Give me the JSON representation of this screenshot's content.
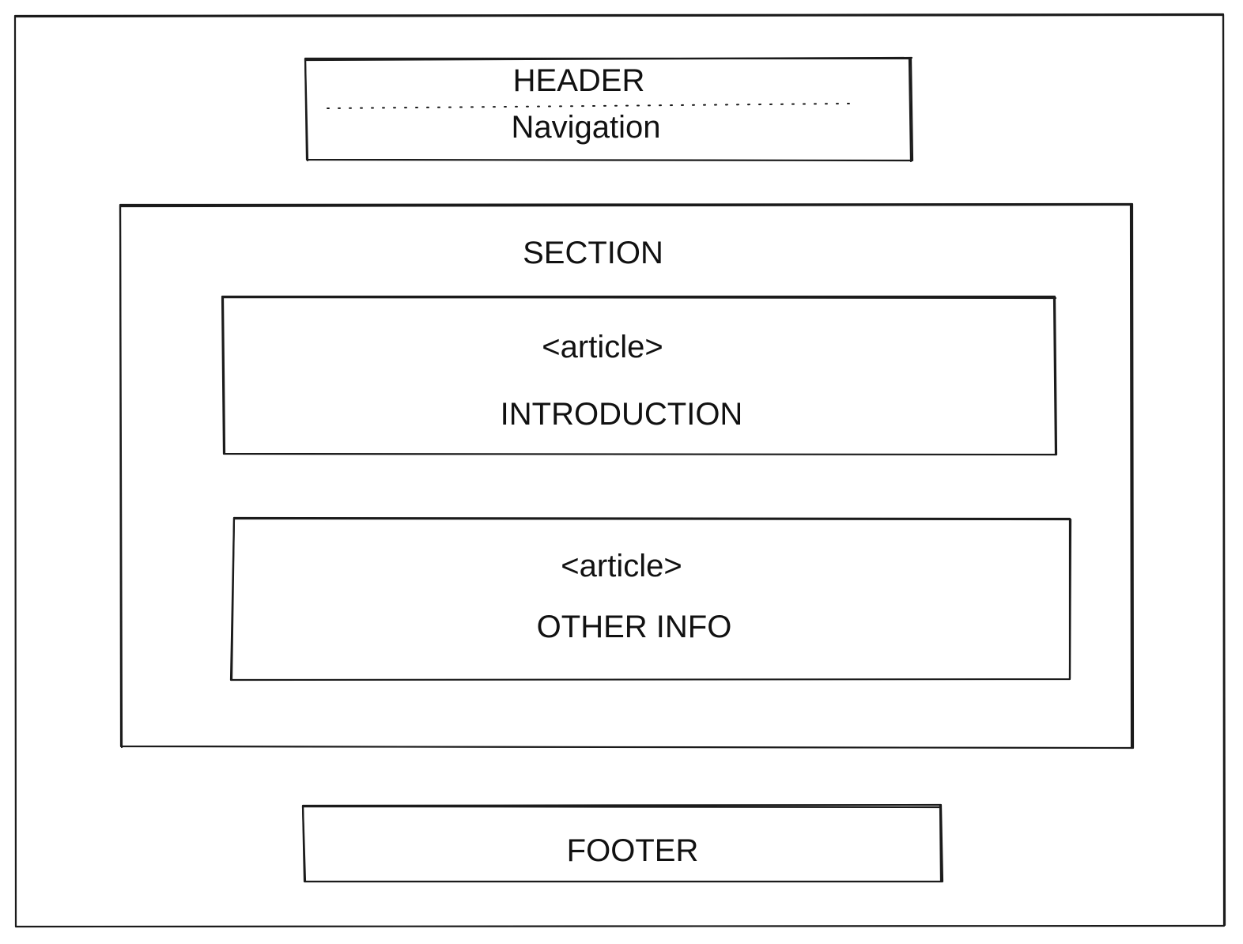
{
  "diagram": {
    "header": {
      "title": "HEADER",
      "nav": "Navigation"
    },
    "section": {
      "title": "SECTION",
      "articles": [
        {
          "tag": "<article>",
          "title": "INTRODUCTION"
        },
        {
          "tag": "<article>",
          "title": "OTHER INFO"
        }
      ]
    },
    "footer": {
      "title": "FOOTER"
    }
  },
  "colors": {
    "stroke": "#1b1b1b",
    "text": "#111111",
    "background": "#ffffff"
  }
}
